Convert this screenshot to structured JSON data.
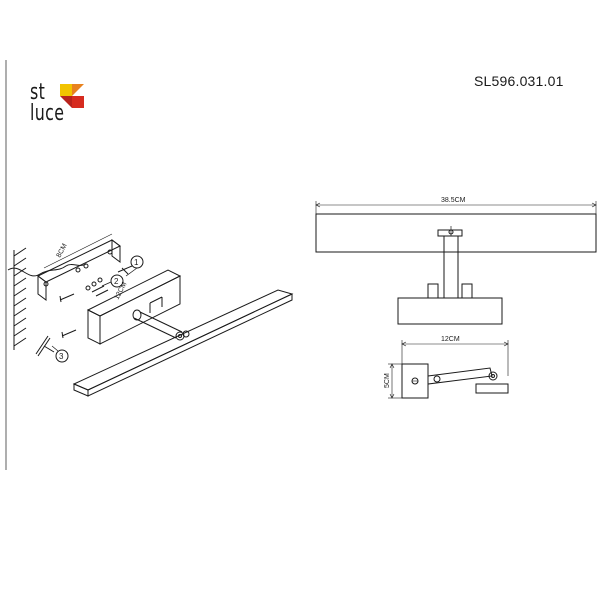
{
  "brand": {
    "line1": "st",
    "line2": "luce",
    "colors": [
      "#f2c300",
      "#e8821e",
      "#d62b1f",
      "#b8231c"
    ]
  },
  "model_number": "SL596.031.01",
  "dimensions": {
    "width": "38.5CM",
    "base_width": "12CM",
    "base_height": "5CM",
    "bracket": "8CM",
    "mount": "12CM"
  },
  "steps": [
    "1",
    "2",
    "3"
  ]
}
